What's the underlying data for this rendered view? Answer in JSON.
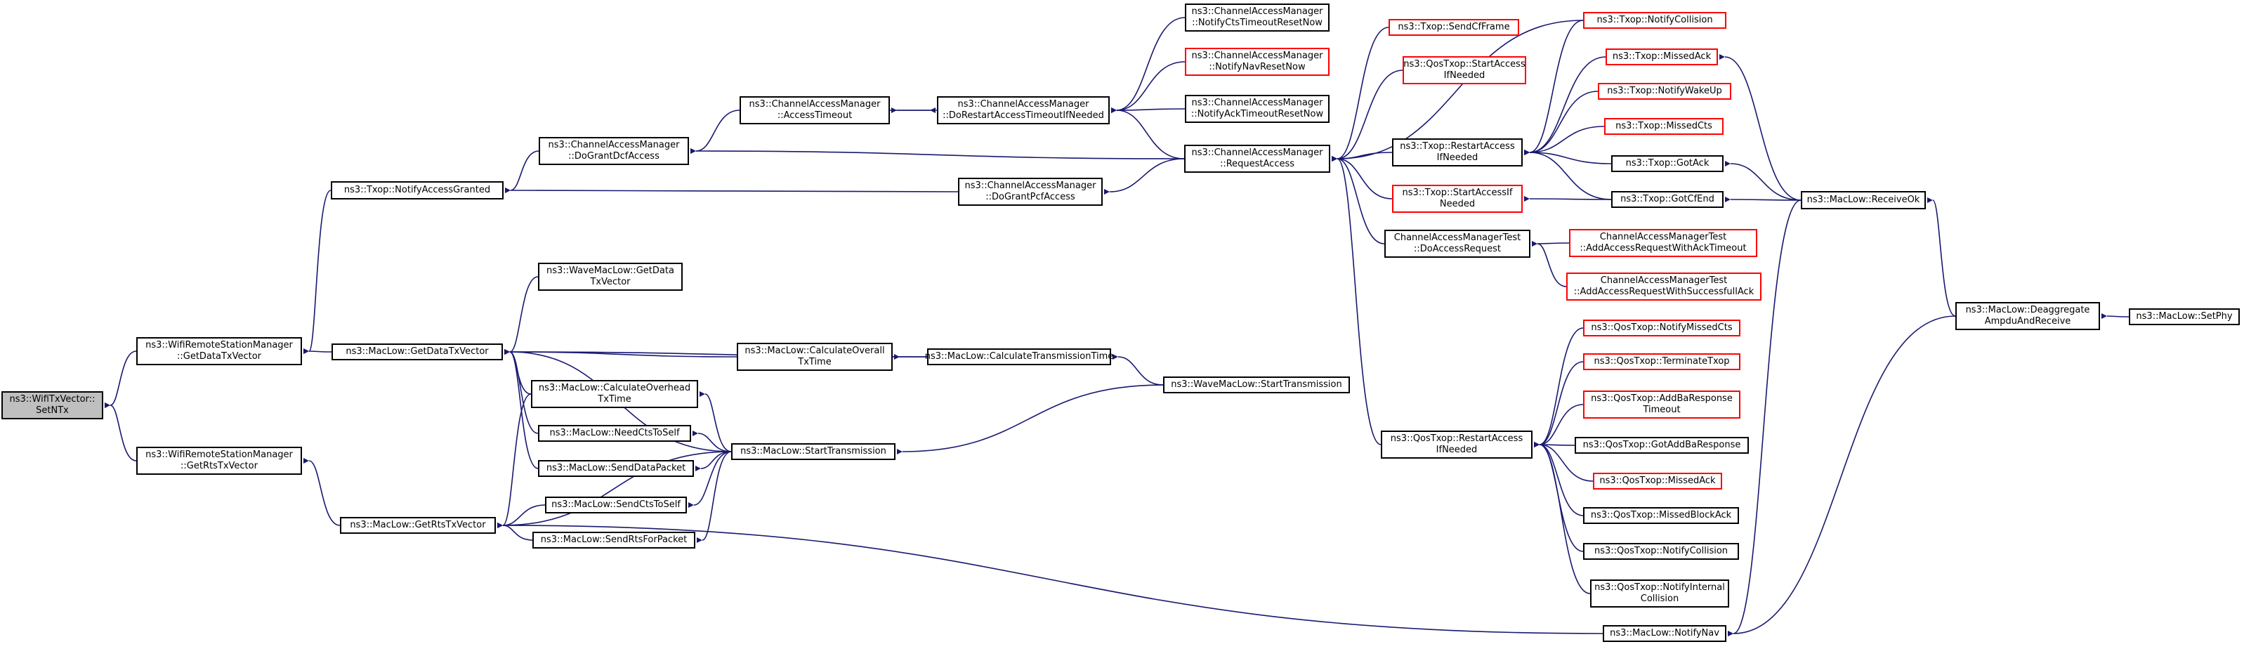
{
  "colors": {
    "edge": "#191970",
    "node_border": "#000000",
    "node_border_missing": "#ff0000",
    "root_fill": "#bfbfbf"
  },
  "nodes": [
    {
      "id": "setntx",
      "lines": [
        "ns3::WifiTxVector::",
        "SetNTx"
      ],
      "style": "grey"
    },
    {
      "id": "getdatatxvector_rsm",
      "lines": [
        "ns3::WifiRemoteStationManager",
        "::GetDataTxVector"
      ],
      "style": "normal"
    },
    {
      "id": "getrtstxvector_rsm",
      "lines": [
        "ns3::WifiRemoteStationManager",
        "::GetRtsTxVector"
      ],
      "style": "normal"
    },
    {
      "id": "notifyaccessgranted",
      "lines": [
        "ns3::Txop::NotifyAccessGranted"
      ],
      "style": "normal"
    },
    {
      "id": "maclow_getdatatxvector",
      "lines": [
        "ns3::MacLow::GetDataTxVector"
      ],
      "style": "normal"
    },
    {
      "id": "maclow_getrtstxvector",
      "lines": [
        "ns3::MacLow::GetRtsTxVector"
      ],
      "style": "normal"
    },
    {
      "id": "dograntdcf",
      "lines": [
        "ns3::ChannelAccessManager",
        "::DoGrantDcfAccess"
      ],
      "style": "normal"
    },
    {
      "id": "accesstimeout",
      "lines": [
        "ns3::ChannelAccessManager",
        "::AccessTimeout"
      ],
      "style": "normal"
    },
    {
      "id": "dorestart",
      "lines": [
        "ns3::ChannelAccessManager",
        "::DoRestartAccessTimeoutIfNeeded"
      ],
      "style": "normal"
    },
    {
      "id": "notifyctsreset",
      "lines": [
        "ns3::ChannelAccessManager",
        "::NotifyCtsTimeoutResetNow"
      ],
      "style": "normal"
    },
    {
      "id": "notifynavreset",
      "lines": [
        "ns3::ChannelAccessManager",
        "::NotifyNavResetNow"
      ],
      "style": "red"
    },
    {
      "id": "notifyackreset",
      "lines": [
        "ns3::ChannelAccessManager",
        "::NotifyAckTimeoutResetNow"
      ],
      "style": "normal"
    },
    {
      "id": "dograntpcf",
      "lines": [
        "ns3::ChannelAccessManager",
        "::DoGrantPcfAccess"
      ],
      "style": "normal"
    },
    {
      "id": "requestaccess",
      "lines": [
        "ns3::ChannelAccessManager",
        "::RequestAccess"
      ],
      "style": "normal"
    },
    {
      "id": "wave_getdata",
      "lines": [
        "ns3::WaveMacLow::GetData",
        "TxVector"
      ],
      "style": "normal"
    },
    {
      "id": "calcoverhead",
      "lines": [
        "ns3::MacLow::CalculateOverhead",
        "TxTime"
      ],
      "style": "normal"
    },
    {
      "id": "needcts",
      "lines": [
        "ns3::MacLow::NeedCtsToSelf"
      ],
      "style": "normal"
    },
    {
      "id": "senddatapacket",
      "lines": [
        "ns3::MacLow::SendDataPacket"
      ],
      "style": "normal"
    },
    {
      "id": "sendctstoself",
      "lines": [
        "ns3::MacLow::SendCtsToSelf"
      ],
      "style": "normal"
    },
    {
      "id": "sendrtsforpacket",
      "lines": [
        "ns3::MacLow::SendRtsForPacket"
      ],
      "style": "normal"
    },
    {
      "id": "calcoverall",
      "lines": [
        "ns3::MacLow::CalculateOverall",
        "TxTime"
      ],
      "style": "normal"
    },
    {
      "id": "calctranstime",
      "lines": [
        "ns3::MacLow::CalculateTransmissionTime"
      ],
      "style": "normal"
    },
    {
      "id": "starttransmission",
      "lines": [
        "ns3::MacLow::StartTransmission"
      ],
      "style": "normal"
    },
    {
      "id": "wave_start",
      "lines": [
        "ns3::WaveMacLow::StartTransmission"
      ],
      "style": "normal"
    },
    {
      "id": "sendcfframe",
      "lines": [
        "ns3::Txop::SendCfFrame"
      ],
      "style": "red"
    },
    {
      "id": "qos_startaccess",
      "lines": [
        "ns3::QosTxop::StartAccess",
        "IfNeeded"
      ],
      "style": "red"
    },
    {
      "id": "txop_restart",
      "lines": [
        "ns3::Txop::RestartAccess",
        "IfNeeded"
      ],
      "style": "normal"
    },
    {
      "id": "txop_startaccess",
      "lines": [
        "ns3::Txop::StartAccessIf",
        "Needed"
      ],
      "style": "red"
    },
    {
      "id": "camtest_doaccess",
      "lines": [
        "ChannelAccessManagerTest",
        "::DoAccessRequest"
      ],
      "style": "normal"
    },
    {
      "id": "qos_restart",
      "lines": [
        "ns3::QosTxop::RestartAccess",
        "IfNeeded"
      ],
      "style": "normal"
    },
    {
      "id": "txop_notifycollision",
      "lines": [
        "ns3::Txop::NotifyCollision"
      ],
      "style": "red"
    },
    {
      "id": "txop_missedack",
      "lines": [
        "ns3::Txop::MissedAck"
      ],
      "style": "red"
    },
    {
      "id": "txop_notifywakeup",
      "lines": [
        "ns3::Txop::NotifyWakeUp"
      ],
      "style": "red"
    },
    {
      "id": "txop_missedcts",
      "lines": [
        "ns3::Txop::MissedCts"
      ],
      "style": "red"
    },
    {
      "id": "txop_gotack",
      "lines": [
        "ns3::Txop::GotAck"
      ],
      "style": "normal"
    },
    {
      "id": "txop_gotcfend",
      "lines": [
        "ns3::Txop::GotCfEnd"
      ],
      "style": "normal"
    },
    {
      "id": "camtest_addack",
      "lines": [
        "ChannelAccessManagerTest",
        "::AddAccessRequestWithAckTimeout"
      ],
      "style": "red"
    },
    {
      "id": "camtest_addsuccess",
      "lines": [
        "ChannelAccessManagerTest",
        "::AddAccessRequestWithSuccessfullAck"
      ],
      "style": "red"
    },
    {
      "id": "qos_notifymissedcts",
      "lines": [
        "ns3::QosTxop::NotifyMissedCts"
      ],
      "style": "red"
    },
    {
      "id": "qos_terminatetxop",
      "lines": [
        "ns3::QosTxop::TerminateTxop"
      ],
      "style": "red"
    },
    {
      "id": "qos_addbaresponse",
      "lines": [
        "ns3::QosTxop::AddBaResponse",
        "Timeout"
      ],
      "style": "red"
    },
    {
      "id": "qos_gotaddba",
      "lines": [
        "ns3::QosTxop::GotAddBaResponse"
      ],
      "style": "normal"
    },
    {
      "id": "qos_missedack",
      "lines": [
        "ns3::QosTxop::MissedAck"
      ],
      "style": "red"
    },
    {
      "id": "qos_missedblockack",
      "lines": [
        "ns3::QosTxop::MissedBlockAck"
      ],
      "style": "normal"
    },
    {
      "id": "qos_notifycollision",
      "lines": [
        "ns3::QosTxop::NotifyCollision"
      ],
      "style": "normal"
    },
    {
      "id": "qos_notifyinternal",
      "lines": [
        "ns3::QosTxop::NotifyInternal",
        "Collision"
      ],
      "style": "normal"
    },
    {
      "id": "maclow_notifynav",
      "lines": [
        "ns3::MacLow::NotifyNav"
      ],
      "style": "normal"
    },
    {
      "id": "receiveok",
      "lines": [
        "ns3::MacLow::ReceiveOk"
      ],
      "style": "normal"
    },
    {
      "id": "deaggregate",
      "lines": [
        "ns3::MacLow::Deaggregate",
        "AmpduAndReceive"
      ],
      "style": "normal"
    },
    {
      "id": "setphy",
      "lines": [
        "ns3::MacLow::SetPhy"
      ],
      "style": "normal"
    }
  ]
}
